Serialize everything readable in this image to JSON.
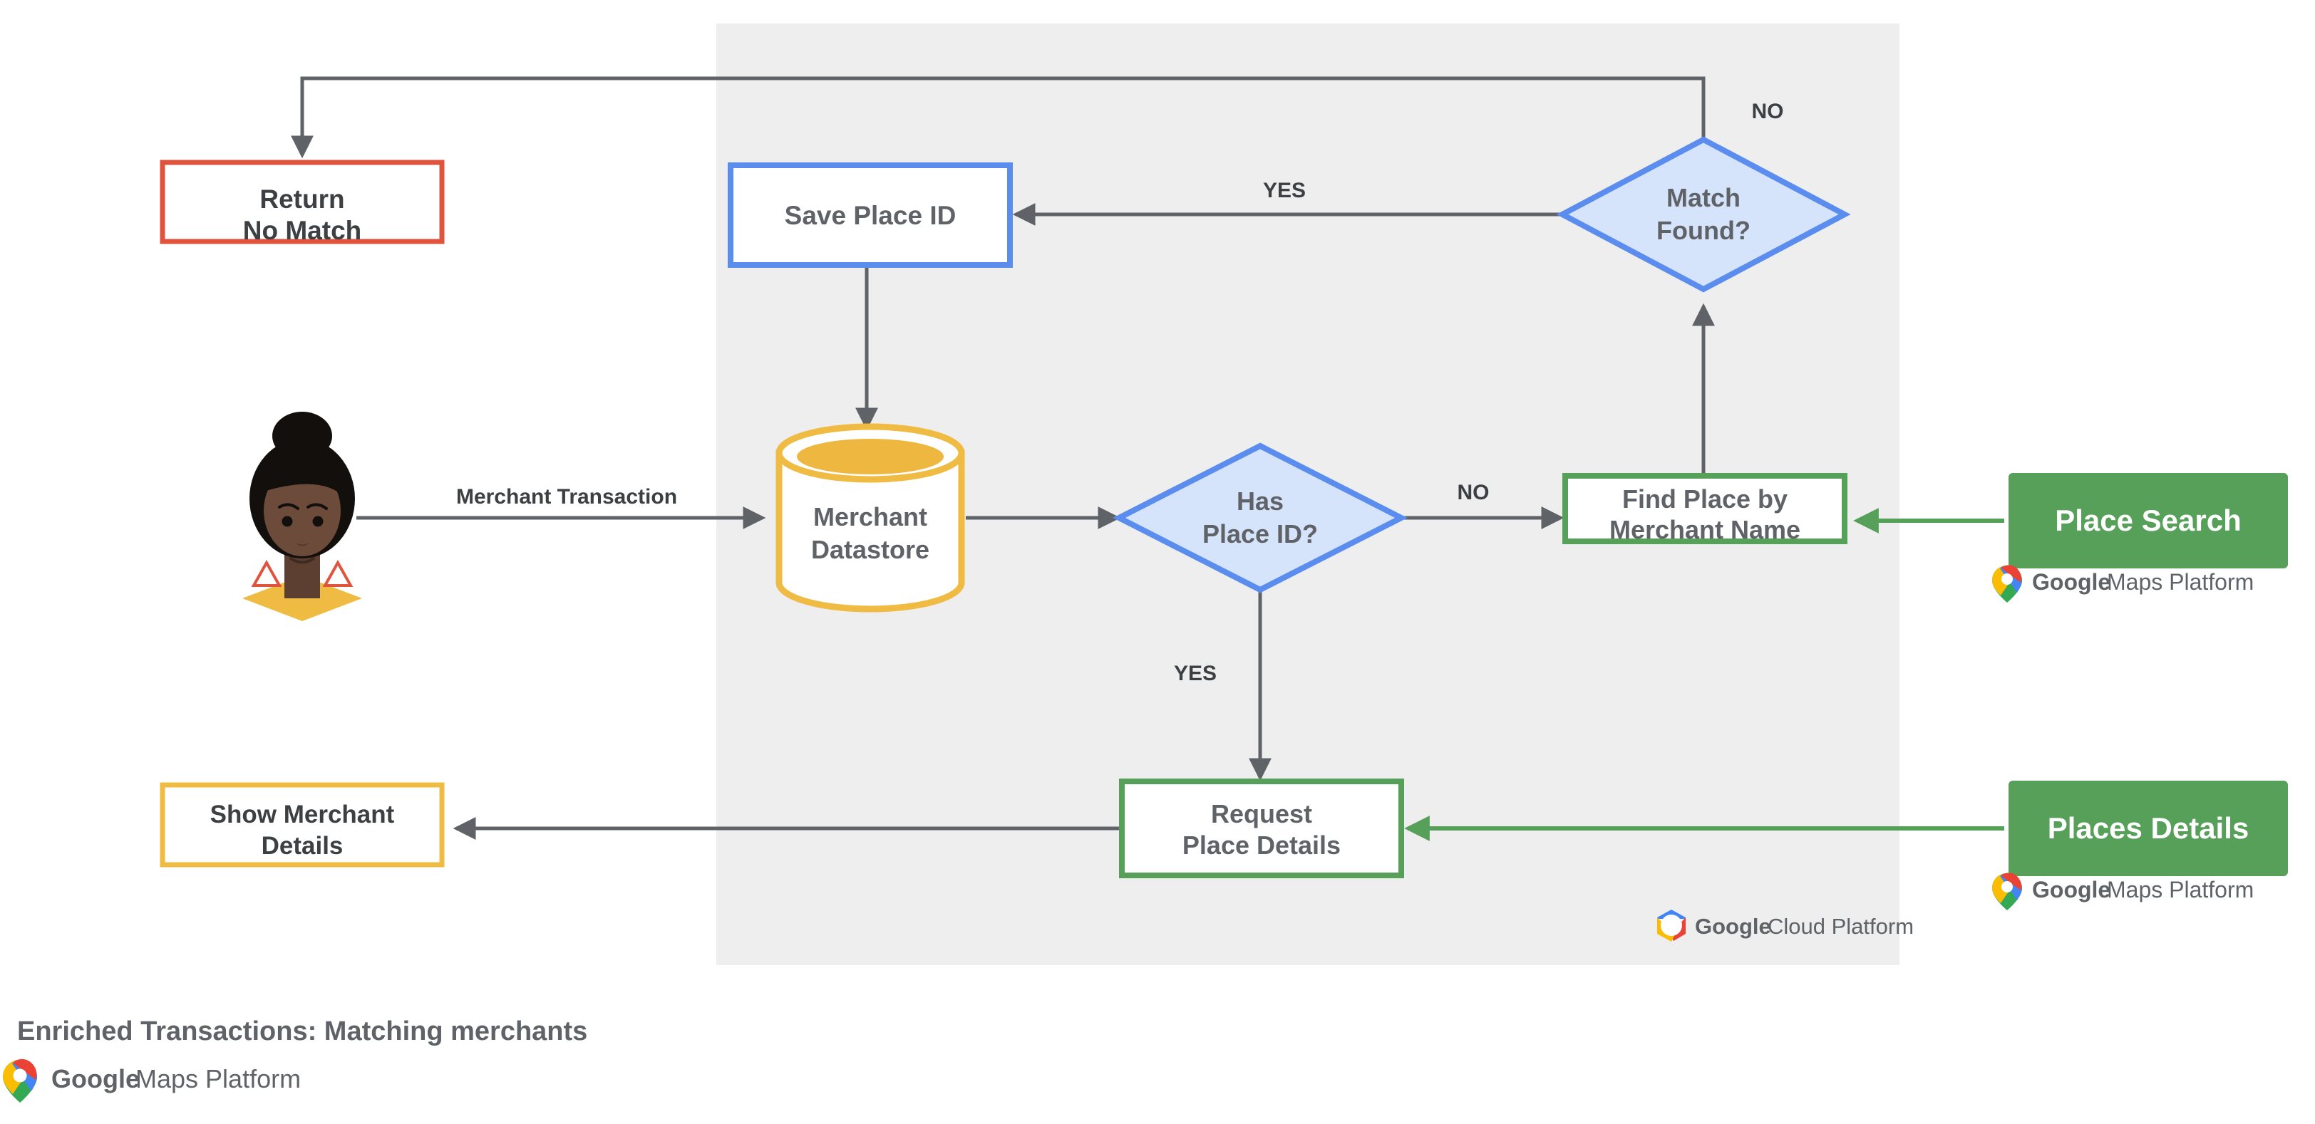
{
  "diagram": {
    "caption": "Enriched Transactions: Matching merchants",
    "panel_label": "google-cloud-platform-region",
    "nodes": {
      "return_no_match": {
        "line1": "Return",
        "line2": "No Match",
        "color": "#e0533d",
        "shape": "rect-outline"
      },
      "save_place_id": {
        "line1": "Save Place ID",
        "line2": "",
        "color": "#5b8def",
        "shape": "rect-outline"
      },
      "match_found": {
        "line1": "Match",
        "line2": "Found?",
        "color": "#5b8def",
        "fill": "#d6e4fb",
        "shape": "diamond"
      },
      "merchant_datastore": {
        "line1": "Merchant",
        "line2": "Datastore",
        "color": "#f0bb42",
        "shape": "cylinder"
      },
      "has_place_id": {
        "line1": "Has",
        "line2": "Place ID?",
        "color": "#5b8def",
        "fill": "#d6e4fb",
        "shape": "diamond"
      },
      "find_place_by_merchant_name": {
        "line1": "Find Place by",
        "line2": "Merchant Name",
        "color": "#57a05a",
        "shape": "rect-outline"
      },
      "request_place_details": {
        "line1": "Request",
        "line2": "Place Details",
        "color": "#57a05a",
        "shape": "rect-outline"
      },
      "show_merchant_details": {
        "line1": "Show Merchant",
        "line2": "Details",
        "color": "#f0bb42",
        "shape": "rect-outline"
      }
    },
    "buttons": {
      "place_search": {
        "label": "Place Search",
        "color": "#57a05a"
      },
      "places_details": {
        "label": "Places Details",
        "color": "#57a05a"
      }
    },
    "edge_labels": {
      "merchant_transaction": "Merchant Transaction",
      "yes_match": "YES",
      "no_match": "NO",
      "no_place_id": "NO",
      "yes_place_id": "YES"
    },
    "brands": {
      "maps_platform_bold": "Google",
      "maps_platform_rest": " Maps Platform",
      "cloud_platform_bold": "Google",
      "cloud_platform_rest": " Cloud Platform"
    },
    "palette": {
      "panel_bg": "#eeeeee",
      "line": "#5f6368",
      "text": "#5f6368",
      "google_blue": "#4285f4",
      "google_red": "#ea4335",
      "google_yellow": "#fbbc04",
      "google_green": "#34a853"
    },
    "avatar": {
      "name": "user-avatar",
      "hair": "#120f0d",
      "skin": "#6d4b3b",
      "shirt": "#f0bb42",
      "earring": "#e0533d"
    }
  }
}
